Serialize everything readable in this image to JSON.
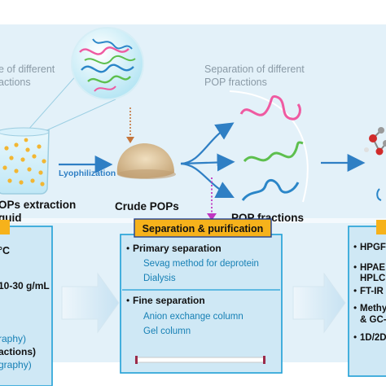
{
  "top": {
    "caption_left": [
      "e of different",
      "actions"
    ],
    "caption_right": [
      "Separation of different",
      "POP fractions"
    ],
    "arrow_label": "Lyophilization",
    "label_liquid": [
      "OPs extraction",
      "quid"
    ],
    "label_crude": "Crude POPs",
    "label_fractions": "POP fractions"
  },
  "left_panel": {
    "lines": [
      "°C",
      "10-30 g/mL",
      "raphy)",
      "actions)",
      "graphy)"
    ]
  },
  "center_panel": {
    "title": "Separation & purification",
    "primary_title": "Primary separation",
    "primary_items": [
      "Sevag method for deprotein",
      "Dialysis"
    ],
    "fine_title": "Fine separation",
    "fine_items": [
      "Anion exchange column",
      "Gel column"
    ]
  },
  "right_panel": {
    "lines": [
      "HPGF",
      "HPAE",
      "HPLC",
      "FT-IR",
      "Methy",
      "& GC-",
      "1D/2D"
    ]
  },
  "colors": {
    "band": "#dfeff8",
    "panel_fill": "#cfe8f5",
    "panel_border": "#1f9fd6",
    "title_fill": "#f6b21b",
    "arrow_blue": "#2f7fc4",
    "dotted": "#c036c2",
    "teal_text": "#1780b5",
    "beads": "#f2b632",
    "curve_pink": "#ef5aa1",
    "curve_green": "#5dbf4e",
    "curve_blue": "#2b86c8"
  }
}
